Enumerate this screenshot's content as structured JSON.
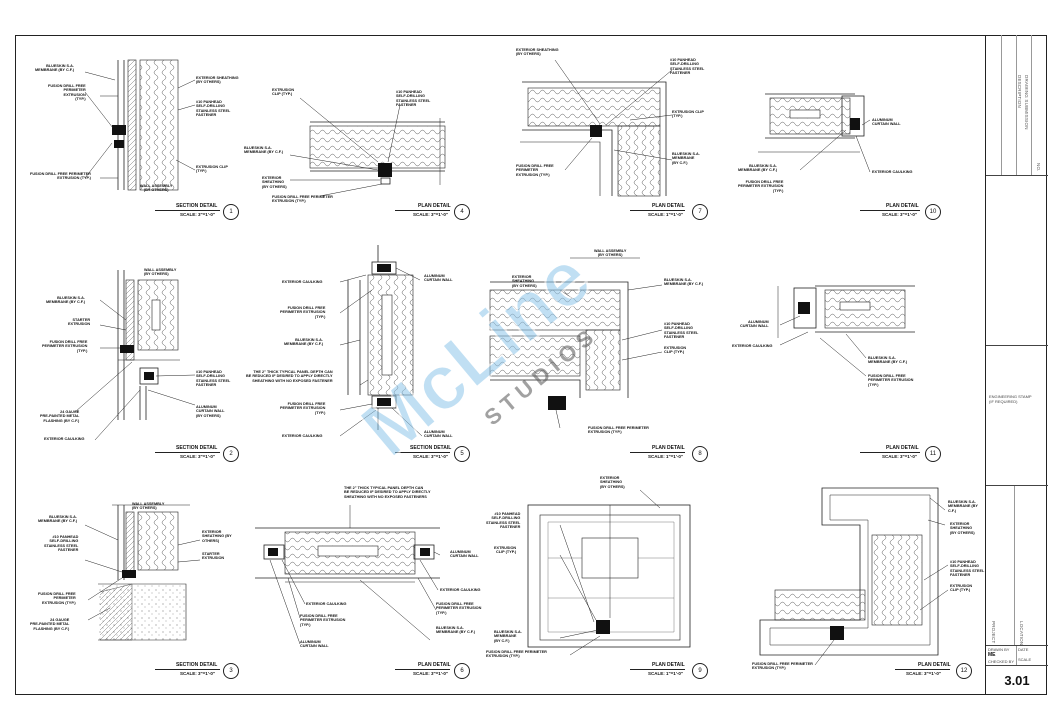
{
  "sheet": {
    "number": "3.01"
  },
  "title_block": {
    "desc_label": "DESCRIPTION",
    "drawing_sub": "DRAWING SUBMISSION",
    "no_label": "NO.",
    "stamp_label": "ENGINEERING STAMP\n(IF REQUIRED)",
    "project_label": "PROJECT",
    "location_label": "LOCATION",
    "drawn_label": "DRAWN BY",
    "drawn_value": "ME",
    "checked_label": "CHECKED BY",
    "date_label": "DATE",
    "scale_label": "SCALE"
  },
  "watermark": {
    "brand": "McLine",
    "sub": "STUDIOS"
  },
  "details": [
    {
      "num": "1",
      "title": "SECTION DETAIL",
      "scale": "SCALE: 3\"=1'-0\""
    },
    {
      "num": "2",
      "title": "SECTION DETAIL",
      "scale": "SCALE: 3\"=1'-0\""
    },
    {
      "num": "3",
      "title": "SECTION DETAIL",
      "scale": "SCALE: 3\"=1'-0\""
    },
    {
      "num": "4",
      "title": "PLAN DETAIL",
      "scale": "SCALE: 3\"=1'-0\""
    },
    {
      "num": "5",
      "title": "SECTION DETAIL",
      "scale": "SCALE: 3\"=1'-0\""
    },
    {
      "num": "6",
      "title": "PLAN DETAIL",
      "scale": "SCALE: 3\"=1'-0\""
    },
    {
      "num": "7",
      "title": "PLAN DETAIL",
      "scale": "SCALE: 1\"=1'-0\""
    },
    {
      "num": "8",
      "title": "PLAN DETAIL",
      "scale": "SCALE: 1\"=1'-0\""
    },
    {
      "num": "9",
      "title": "PLAN DETAIL",
      "scale": "SCALE: 1\"=1'-0\""
    },
    {
      "num": "10",
      "title": "PLAN DETAIL",
      "scale": "SCALE: 3\"=1'-0\""
    },
    {
      "num": "11",
      "title": "PLAN DETAIL",
      "scale": "SCALE: 3\"=1'-0\""
    },
    {
      "num": "12",
      "title": "PLAN DETAIL",
      "scale": "SCALE: 3\"=1'-0\""
    }
  ],
  "notes": {
    "d1_a": "BLUESKIN S.A.\nMEMBRANE (BY C.F.)",
    "d1_b": "FUSION DRILL FREE\nPERIMETER\nEXTRUSION\n(TYP.)",
    "d1_c": "FUSION DRILL FREE PERIMETER\nEXTRUSION (TYP.)",
    "d1_d": "EXTERIOR SHEATHING\n(BY OTHERS)",
    "d1_e": "#10 PANHEAD\nSELF-DRILLING\nSTAINLESS STEEL\nFASTENER",
    "d1_f": "EXTRUSION CLIP\n(TYP.)",
    "d1_g": "WALL ASSEMBLY\n(BY OTHERS)",
    "d4_a": "EXTRUSION\nCLIP (TYP.)",
    "d4_b": "#10 PANHEAD\nSELF-DRILLING\nSTAINLESS STEEL\nFASTENER",
    "d4_c": "BLUESKIN S.A.\nMEMBRANE (BY C.F.)",
    "d4_d": "EXTERIOR\nSHEATHING\n(BY OTHERS)",
    "d4_e": "FUSION DRILL FREE PERIMETER\nEXTRUSION (TYP.)",
    "d7_a": "EXTERIOR SHEATHING\n(BY OTHERS)",
    "d7_b": "#10 PANHEAD\nSELF-DRILLING\nSTAINLESS STEEL\nFASTENER",
    "d7_c": "EXTRUSION CLIP\n(TYP.)",
    "d7_d": "BLUESKIN S.A.\nMEMBRANE\n(BY C.F.)",
    "d7_e": "FUSION DRILL FREE\nPERIMETER\nEXTRUSION (TYP.)",
    "d10_a": "ALUMINUM\nCURTAIN WALL",
    "d10_b": "BLUESKIN S.A.\nMEMBRANE (BY C.F.)",
    "d10_c": "FUSION DRILL FREE\nPERIMETER EXTRUSION\n(TYP.)",
    "d10_d": "EXTERIOR CAULKING",
    "d2_a": "WALL ASSEMBLY\n(BY OTHERS)",
    "d2_b": "BLUESKIN S.A.\nMEMBRANE (BY C.F.)",
    "d2_c": "STARTER\nEXTRUSION",
    "d2_d": "FUSION DRILL FREE\nPERIMETER EXTRUSION\n(TYP.)",
    "d2_e": "#10 PANHEAD\nSELF-DRILLING\nSTAINLESS STEEL\nFASTENER",
    "d2_f": "ALUMINUM\nCURTAIN WALL\n(BY OTHERS)",
    "d2_g": "24 GAUGE\nPRE-PAINTED METAL\nFLASHING (BY C.F.)",
    "d2_h": "EXTERIOR CAULKING",
    "d5_a": "EXTERIOR CAULKING",
    "d5_b": "ALUMINUM\nCURTAIN WALL",
    "d5_c": "FUSION DRILL FREE\nPERIMETER EXTRUSION\n(TYP.)",
    "d5_d": "BLUESKIN S.A.\nMEMBRANE (BY C.F.)",
    "d5_e": "THE 2\" THICK TYPICAL PANEL DEPTH CAN\nBE REDUCED IF DESIRED TO APPLY DIRECTLY\nSHEATHING WITH NO EXPOSED FASTENER",
    "d5_f": "FUSION DRILL FREE\nPERIMETER EXTRUSION\n(TYP.)",
    "d5_g": "EXTERIOR CAULKING",
    "d5_h": "ALUMINUM\nCURTAIN WALL",
    "d8_a": "WALL ASSEMBLY\n(BY OTHERS)",
    "d8_b": "EXTERIOR\nSHEATHING\n(BY OTHERS)",
    "d8_c": "BLUESKIN S.A.\nMEMBRANE (BY C.F.)",
    "d8_d": "#10 PANHEAD\nSELF-DRILLING\nSTAINLESS STEEL\nFASTENER",
    "d8_e": "EXTRUSION\nCLIP (TYP.)",
    "d8_f": "FUSION DRILL FREE PERIMETER\nEXTRUSION (TYP.)",
    "d11_a": "ALUMINUM\nCURTAIN WALL",
    "d11_b": "EXTERIOR CAULKING",
    "d11_c": "BLUESKIN S.A.\nMEMBRANE (BY C.F.)",
    "d11_d": "FUSION DRILL FREE\nPERIMETER EXTRUSION\n(TYP.)",
    "d3_a": "WALL ASSEMBLY\n(BY OTHERS)",
    "d3_b": "BLUESKIN S.A.\nMEMBRANE (BY C.F.)",
    "d3_c": "#10 PANHEAD\nSELF-DRILLING\nSTAINLESS STEEL\nFASTENER",
    "d3_d": "EXTERIOR\nSHEATHING (BY\nOTHERS)",
    "d3_e": "STARTER\nEXTRUSION",
    "d3_f": "FUSION DRILL FREE\nPERIMETER\nEXTRUSION (TYP.)",
    "d3_g": "24 GAUGE\nPRE-PAINTED METAL\nFLASHING (BY C.F.)",
    "d6_a": "THE 2\" THICK TYPICAL PANEL DEPTH CAN\nBE REDUCED IF DESIRED TO APPLY DIRECTLY\nSHEATHING WITH NO EXPOSED FASTENERS",
    "d6_b": "ALUMINUM\nCURTAIN WALL",
    "d6_c": "EXTERIOR CAULKING",
    "d6_d": "EXTERIOR CAULKING",
    "d6_e": "FUSION DRILL FREE\nPERIMETER EXTRUSION\n(TYP.)",
    "d6_f": "ALUMINUM\nCURTAIN WALL",
    "d6_g": "FUSION DRILL FREE\nPERIMETER EXTRUSION\n(TYP.)",
    "d6_h": "BLUESKIN S.A.\nMEMBRANE (BY C.F.)",
    "d9_a": "EXTERIOR\nSHEATHING\n(BY OTHERS)",
    "d9_b": "#10 PANHEAD\nSELF-DRILLING\nSTAINLESS STEEL\nFASTENER",
    "d9_c": "EXTRUSION\nCLIP (TYP.)",
    "d9_d": "BLUESKIN S.A.\nMEMBRANE\n(BY C.F.)",
    "d9_e": "FUSION DRILL FREE PERIMETER\nEXTRUSION (TYP.)",
    "d12_a": "BLUESKIN S.A.\nMEMBRANE (BY\nC.F.)",
    "d12_b": "EXTERIOR\nSHEATHING\n(BY OTHERS)",
    "d12_c": "#10 PANHEAD\nSELF-DRILLING\nSTAINLESS STEEL\nFASTENER",
    "d12_d": "EXTRUSION\nCLIP (TYP.)",
    "d12_e": "FUSION DRILL FREE PERIMETER\nEXTRUSION (TYP.)"
  }
}
